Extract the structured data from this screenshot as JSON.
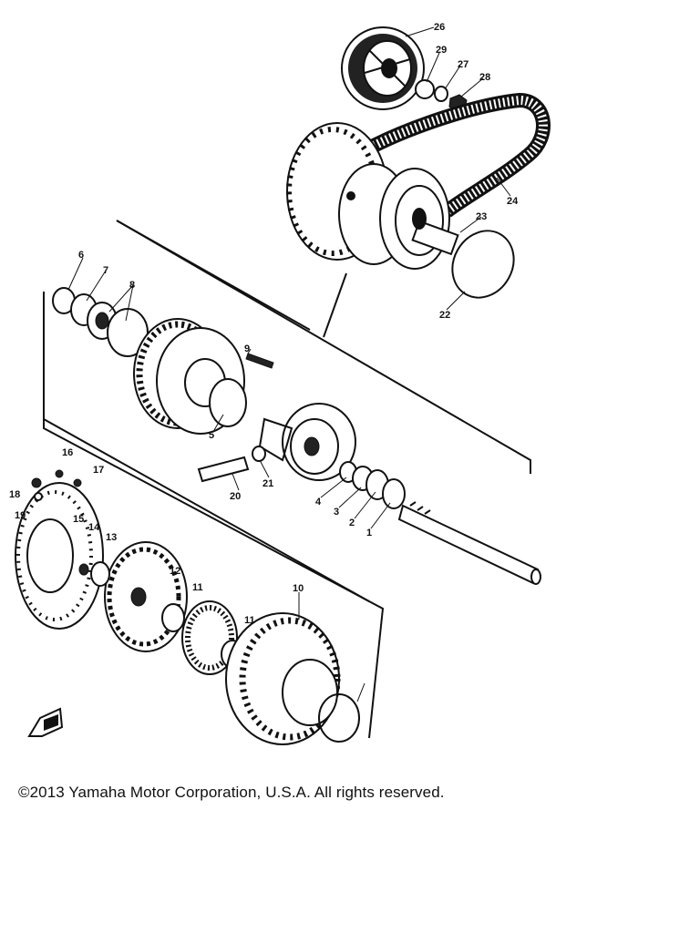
{
  "diagram": {
    "callouts": [
      "1",
      "2",
      "3",
      "4",
      "5",
      "6",
      "7",
      "8",
      "9",
      "10",
      "11",
      "11",
      "12",
      "13",
      "14",
      "15",
      "16",
      "17",
      "18",
      "19",
      "20",
      "21",
      "22",
      "23",
      "24",
      "26",
      "27",
      "28",
      "29"
    ]
  },
  "footer": {
    "copyright": "©2013 Yamaha Motor Corporation, U.S.A. All rights reserved."
  },
  "colors": {
    "ink": "#111111",
    "background": "#ffffff"
  }
}
